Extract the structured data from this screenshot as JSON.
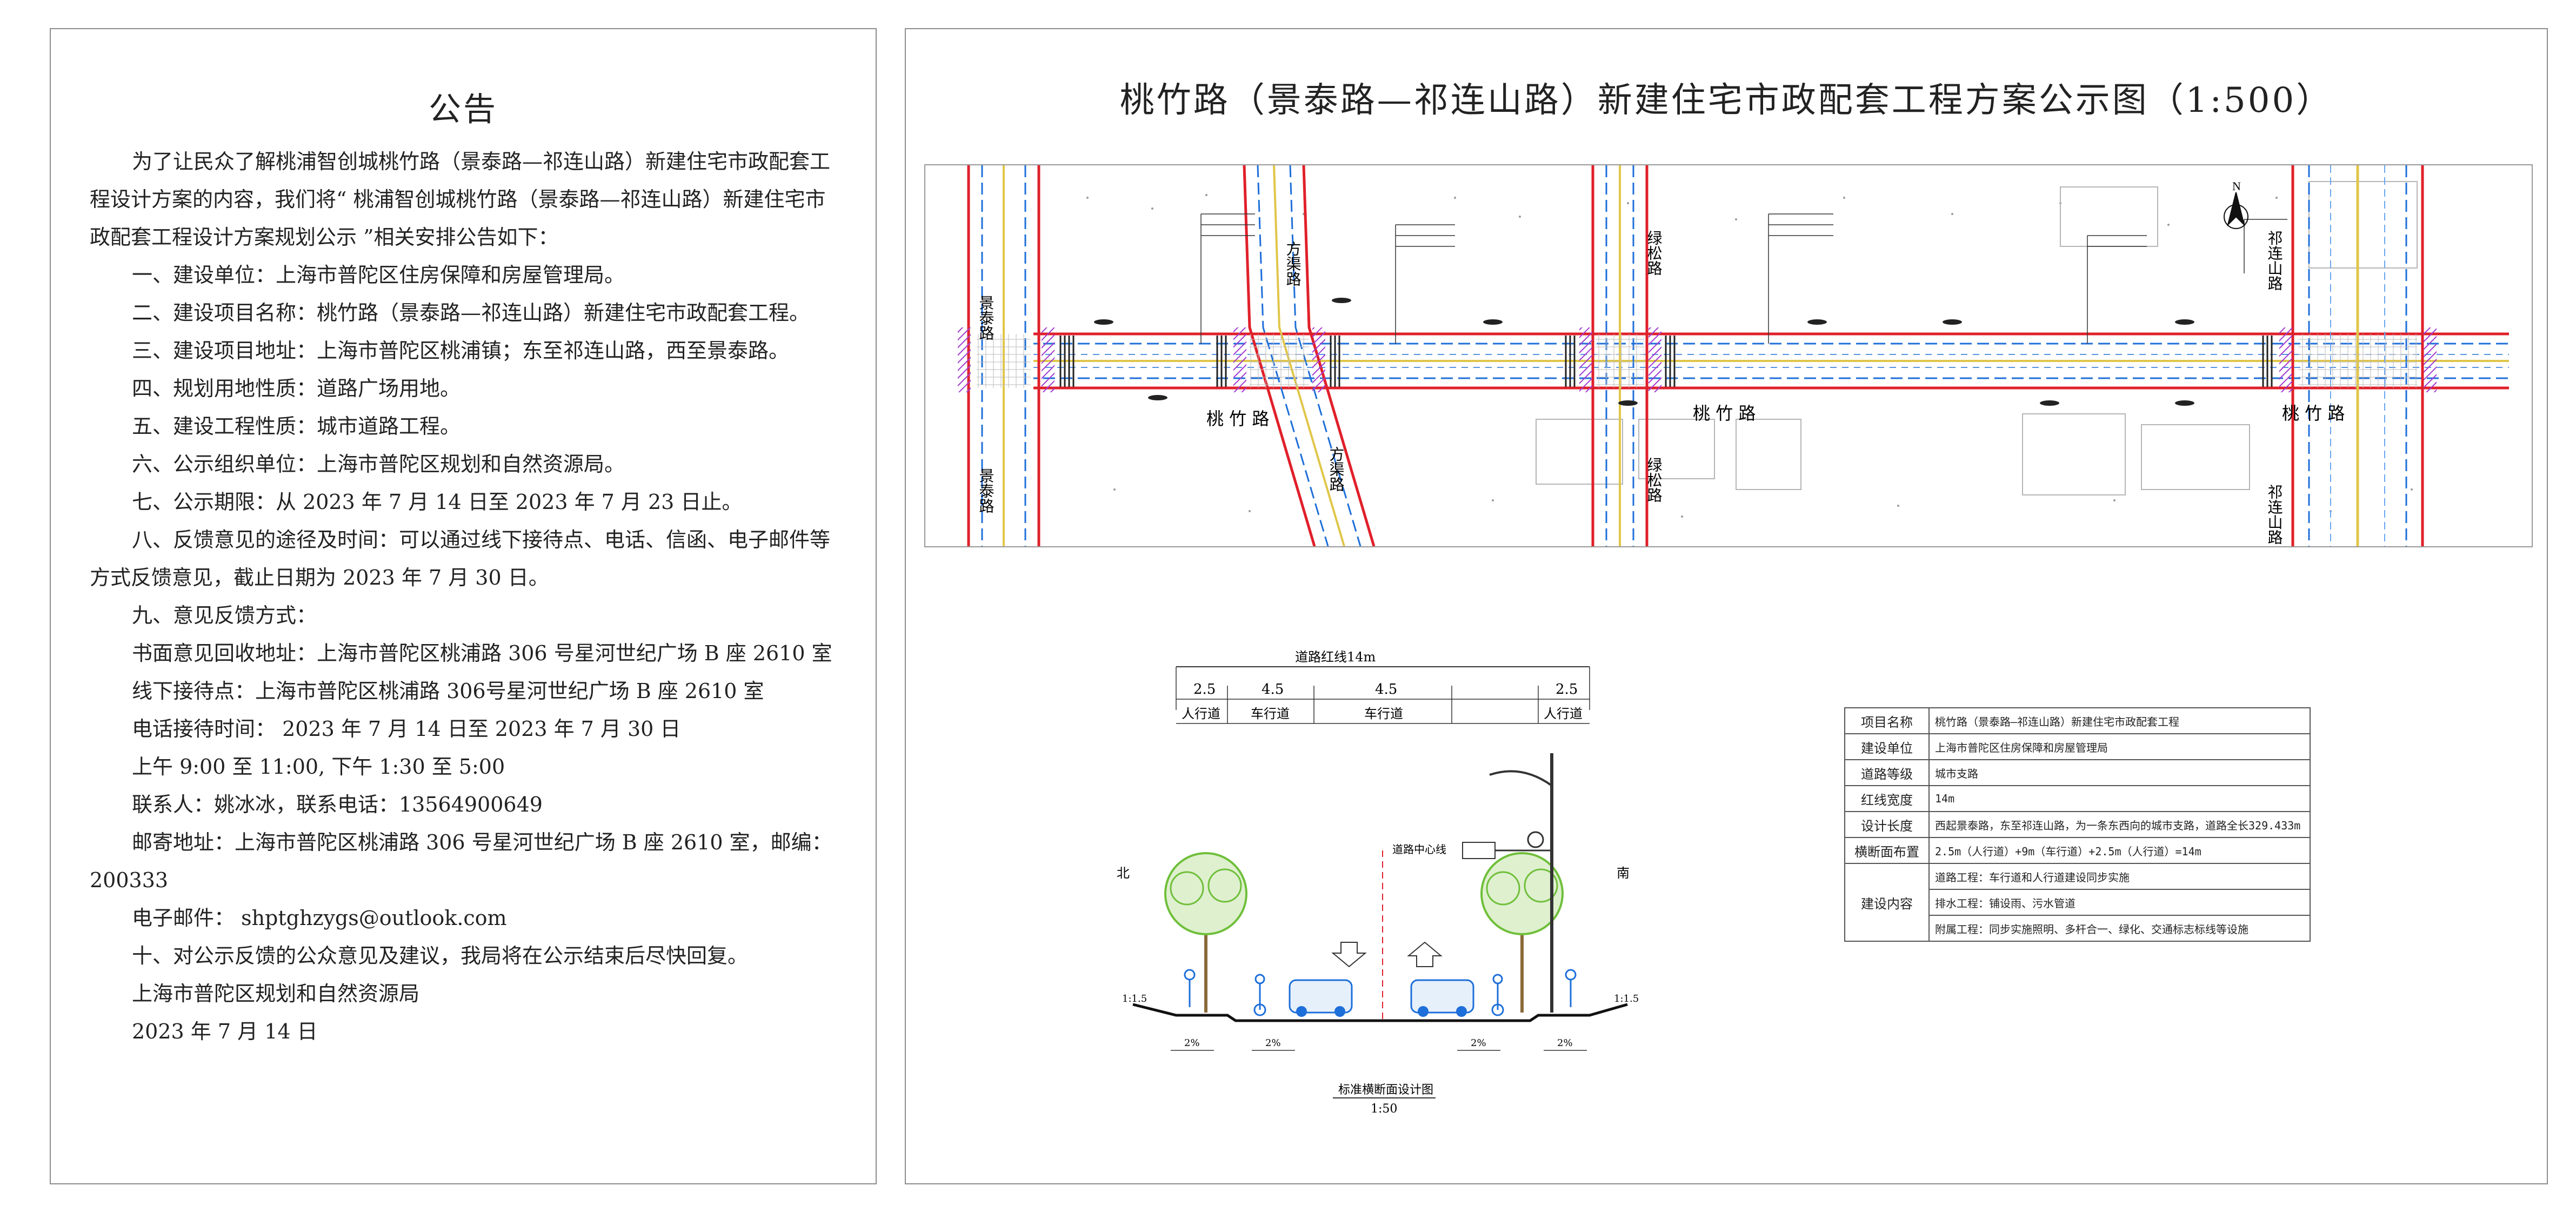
{
  "notice": {
    "title": "公告",
    "para_intro": "为了让民众了解桃浦智创城桃竹路（景泰路—祁连山路）新建住宅市政配套工程设计方案的内容，我们将“ 桃浦智创城桃竹路（景泰路—祁连山路）新建住宅市政配套工程设计方案规划公示 ”相关安排公告如下：",
    "item1": "一、建设单位：上海市普陀区住房保障和房屋管理局。",
    "item2": "二、建设项目名称：桃竹路（景泰路—祁连山路）新建住宅市政配套工程。",
    "item3": "三、建设项目地址：上海市普陀区桃浦镇；东至祁连山路，西至景泰路。",
    "item4": "四、规划用地性质：道路广场用地。",
    "item5": "五、建设工程性质：城市道路工程。",
    "item6": "六、公示组织单位：上海市普陀区规划和自然资源局。",
    "item7": "七、公示期限：从 2023 年 7 月 14 日至 2023 年 7 月 23 日止。",
    "item8": "八、反馈意见的途径及时间：可以通过线下接待点、电话、信函、电子邮件等方式反馈意见，截止日期为 2023 年 7 月 30 日。",
    "item9": "九、意见反馈方式：",
    "written_address": "书面意见回收地址：上海市普陀区桃浦路 306 号星河世纪广场 B 座 2610 室",
    "offline_point": "线下接待点：上海市普陀区桃浦路 306号星河世纪广场 B 座 2610 室",
    "phone_time": "电话接待时间： 2023 年 7 月 14 日至 2023 年 7 月 30 日",
    "phone_hours": "上午 9:00 至 11:00, 下午 1:30 至 5:00",
    "contact": "联系人：姚冰冰，联系电话：13564900649",
    "postal": "邮寄地址：上海市普陀区桃浦路 306 号星河世纪广场 B 座 2610 室，邮编：200333",
    "email": "电子邮件： shptghzygs@outlook.com",
    "item10": "十、对公示反馈的公众意见及建议，我局将在公示结束后尽快回复。",
    "signature": "上海市普陀区规划和自然资源局",
    "date": "2023 年 7 月 14 日"
  },
  "drawing": {
    "title": "桃竹路（景泰路—祁连山路）新建住宅市政配套工程方案公示图（1:500）",
    "plan": {
      "roads": {
        "taozhu": "桃 竹 路",
        "jingtai": "景泰路",
        "fangqu": "方渠路",
        "lvsong": "绿松路",
        "qilianshan": "祁连山路"
      },
      "north": "N"
    },
    "section": {
      "red_line": "道路红线14m",
      "widths": [
        "2.5",
        "4.5",
        "4.5",
        "2.5"
      ],
      "lanes": [
        "人行道",
        "车行道",
        "车行道",
        "人行道"
      ],
      "north": "北",
      "south": "南",
      "centerline": "道路中心线",
      "slope": "2%",
      "side_slope": "1:1.5",
      "caption": "标准横断面设计图",
      "scale": "1:50"
    },
    "info_table": [
      {
        "k": "项目名称",
        "v": "桃竹路（景泰路—祁连山路）新建住宅市政配套工程"
      },
      {
        "k": "建设单位",
        "v": "上海市普陀区住房保障和房屋管理局"
      },
      {
        "k": "道路等级",
        "v": "城市支路"
      },
      {
        "k": "红线宽度",
        "v": "14m"
      },
      {
        "k": "设计长度",
        "v": "西起景泰路，东至祁连山路，为一条东西向的城市支路，道路全长329.433m"
      },
      {
        "k": "横断面布置",
        "v": "2.5m（人行道）+9m（车行道）+2.5m（人行道）=14m"
      },
      {
        "k": "建设内容",
        "v1": "道路工程：车行道和人行道建设同步实施",
        "v2": "排水工程：铺设雨、污水管道",
        "v3": "附属工程：同步实施照明、多杆合一、绿化、交通标志标线等设施"
      }
    ]
  },
  "colors": {
    "red_line": "#e0202a",
    "blue_line": "#1e6fd9",
    "yellow_line": "#e0c64a",
    "purple_hatch": "#a13bd0",
    "green_tree": "#6fbf3a"
  }
}
